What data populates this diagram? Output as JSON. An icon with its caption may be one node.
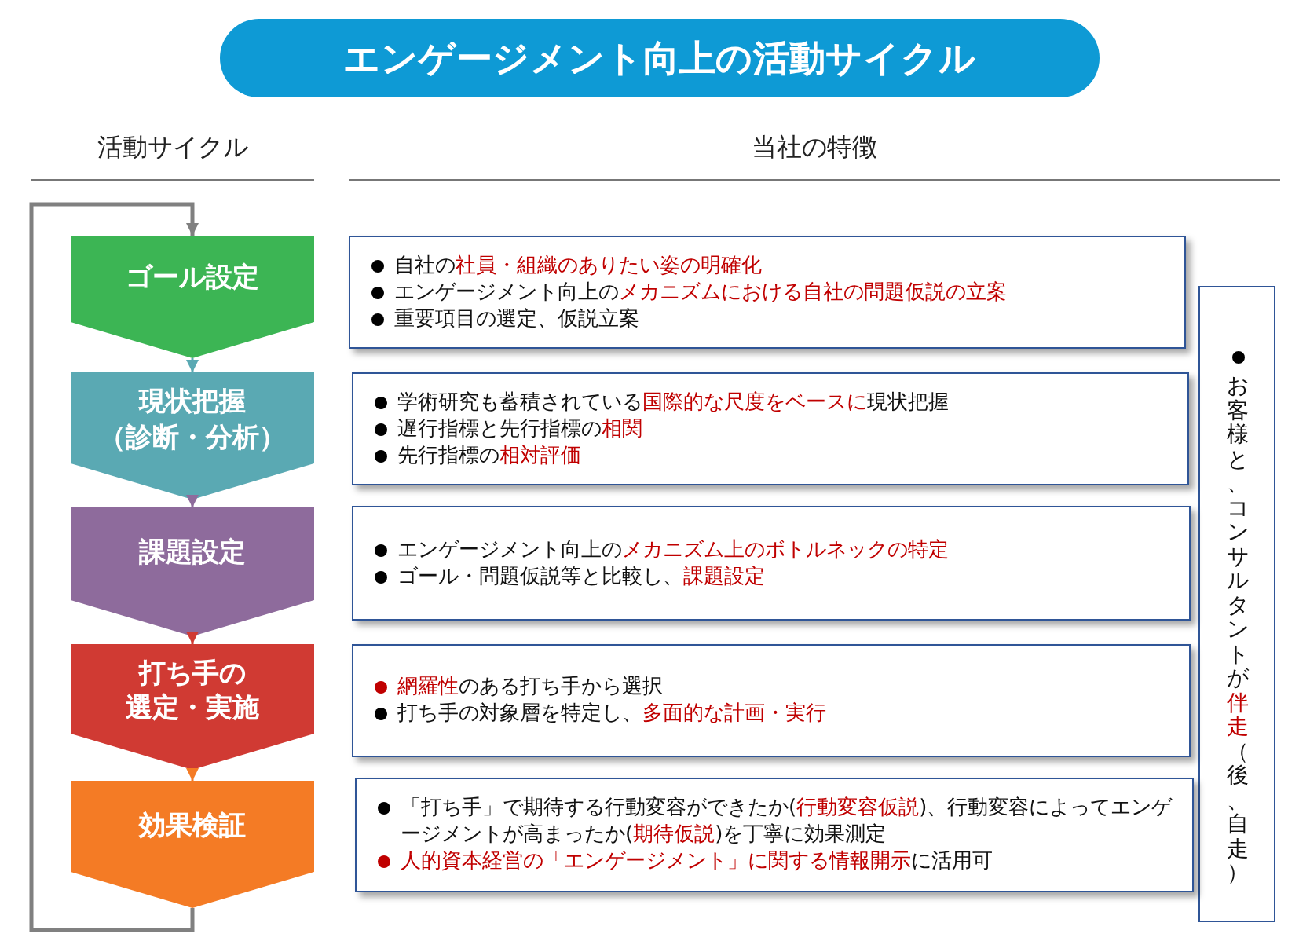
{
  "diagram": {
    "title": "エンゲージメント向上の活動サイクル",
    "nodes": [
      {
        "text": [
          "ゴール設定"
        ]
      },
      {
        "text": [
          "現状把握（診断・分析）"
        ]
      },
      {
        "text": [
          "課題設定"
        ]
      },
      {
        "text": [
          "打ち手の選定・実施"
        ]
      },
      {
        "text": [
          "効果検証"
        ]
      },
      {
        "text": [
          "自社の**社員・組織のありたい姿の明確化**",
          "エンゲージメント向上の**メカニズムにおける自社の問題仮説の立案**",
          "重要項目の選定、仮説立案"
        ]
      },
      {
        "text": [
          "学術研究も蓄積されている**国際的な尺度をベースに**現状把握",
          "遅行指標と先行指標の**相関**",
          "先行指標の**相対評価**"
        ]
      },
      {
        "text": [
          "エンゲージメント向上の**メカニズム上のボトルネックの特定**",
          "ゴール・問題仮説等と比較し、**課題設定**"
        ]
      },
      {
        "text": [
          "**網羅性**のある打ち手から選択",
          "打ち手の対象層を特定し、**多面的な計画・実行**"
        ]
      },
      {
        "text": [
          "「打ち手」で期待する行動変容ができたか(**行動変容仮説**)、行動変容によってエンゲージメントが高まったか(**期待仮説**)を丁寧に効果測定",
          "**人的資本経営の「エンゲージメント」に関する情報開示**に活用可"
        ]
      },
      {
        "text": [
          "お客様と、コンサルタントが**伴走**（後、自走）"
        ]
      }
    ],
    "edges": [
      {
        "from": 0,
        "to": 1,
        "arrow": "to",
        "color": "#5aa9b3"
      },
      {
        "from": 1,
        "to": 2,
        "arrow": "to",
        "color": "#8e6b9c"
      },
      {
        "from": 2,
        "to": 3,
        "arrow": "to",
        "color": "#d03a33"
      },
      {
        "from": 3,
        "to": 4,
        "arrow": "to",
        "color": "#f47b25"
      },
      {
        "from": 4,
        "to": 0,
        "arrow": "to",
        "color": "#808080"
      }
    ],
    "labels": [
      "活動サイクル",
      "当社の特徴"
    ]
  }
}
